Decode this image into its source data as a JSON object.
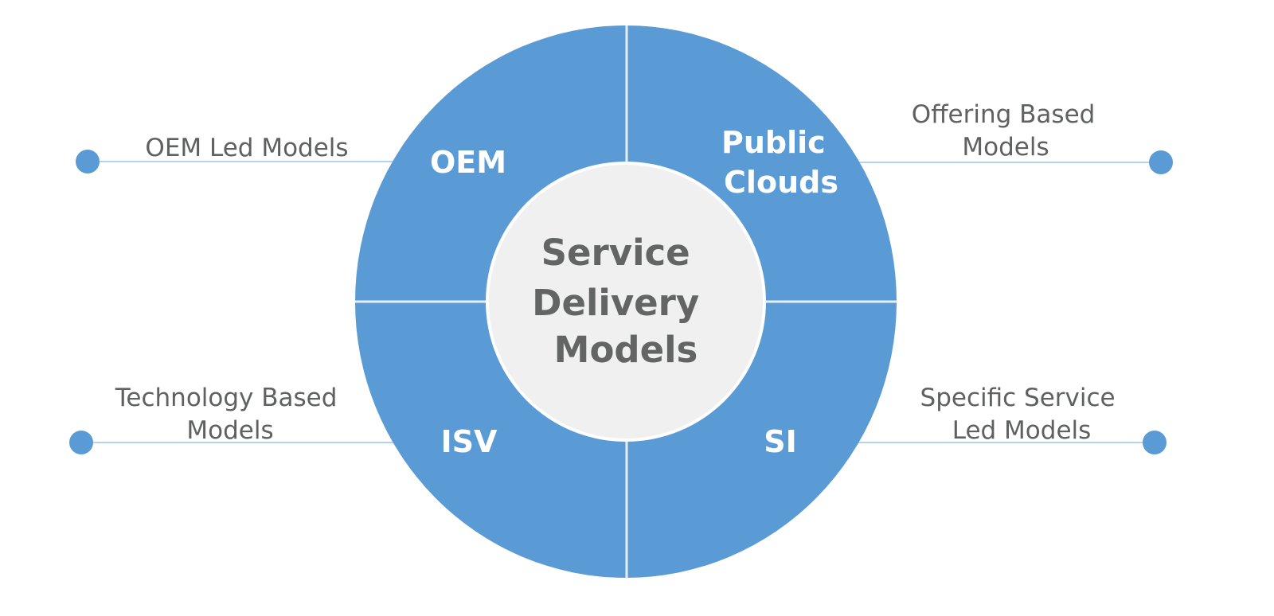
{
  "colors": {
    "accent": "#5b9bd5",
    "center_fill": "#f0f0f0",
    "connector": "#9dc3e6",
    "label_text": "#5f6060",
    "center_text": "#636464"
  },
  "center": {
    "lines": [
      "Service",
      "Delivery",
      "Models"
    ]
  },
  "quadrants": [
    {
      "id": "top-left",
      "lines": [
        "OEM"
      ]
    },
    {
      "id": "top-right",
      "lines": [
        "Public",
        "Clouds"
      ]
    },
    {
      "id": "bottom-left",
      "lines": [
        "ISV"
      ]
    },
    {
      "id": "bottom-right",
      "lines": [
        "SI"
      ]
    }
  ],
  "callouts": [
    {
      "id": "top-left",
      "lines": [
        "OEM Led Models"
      ]
    },
    {
      "id": "top-right",
      "lines": [
        "Offering Based",
        "Models"
      ]
    },
    {
      "id": "bottom-left",
      "lines": [
        "Technology Based",
        "Models"
      ]
    },
    {
      "id": "bottom-right",
      "lines": [
        "Specific Service",
        "Led Models"
      ]
    }
  ]
}
